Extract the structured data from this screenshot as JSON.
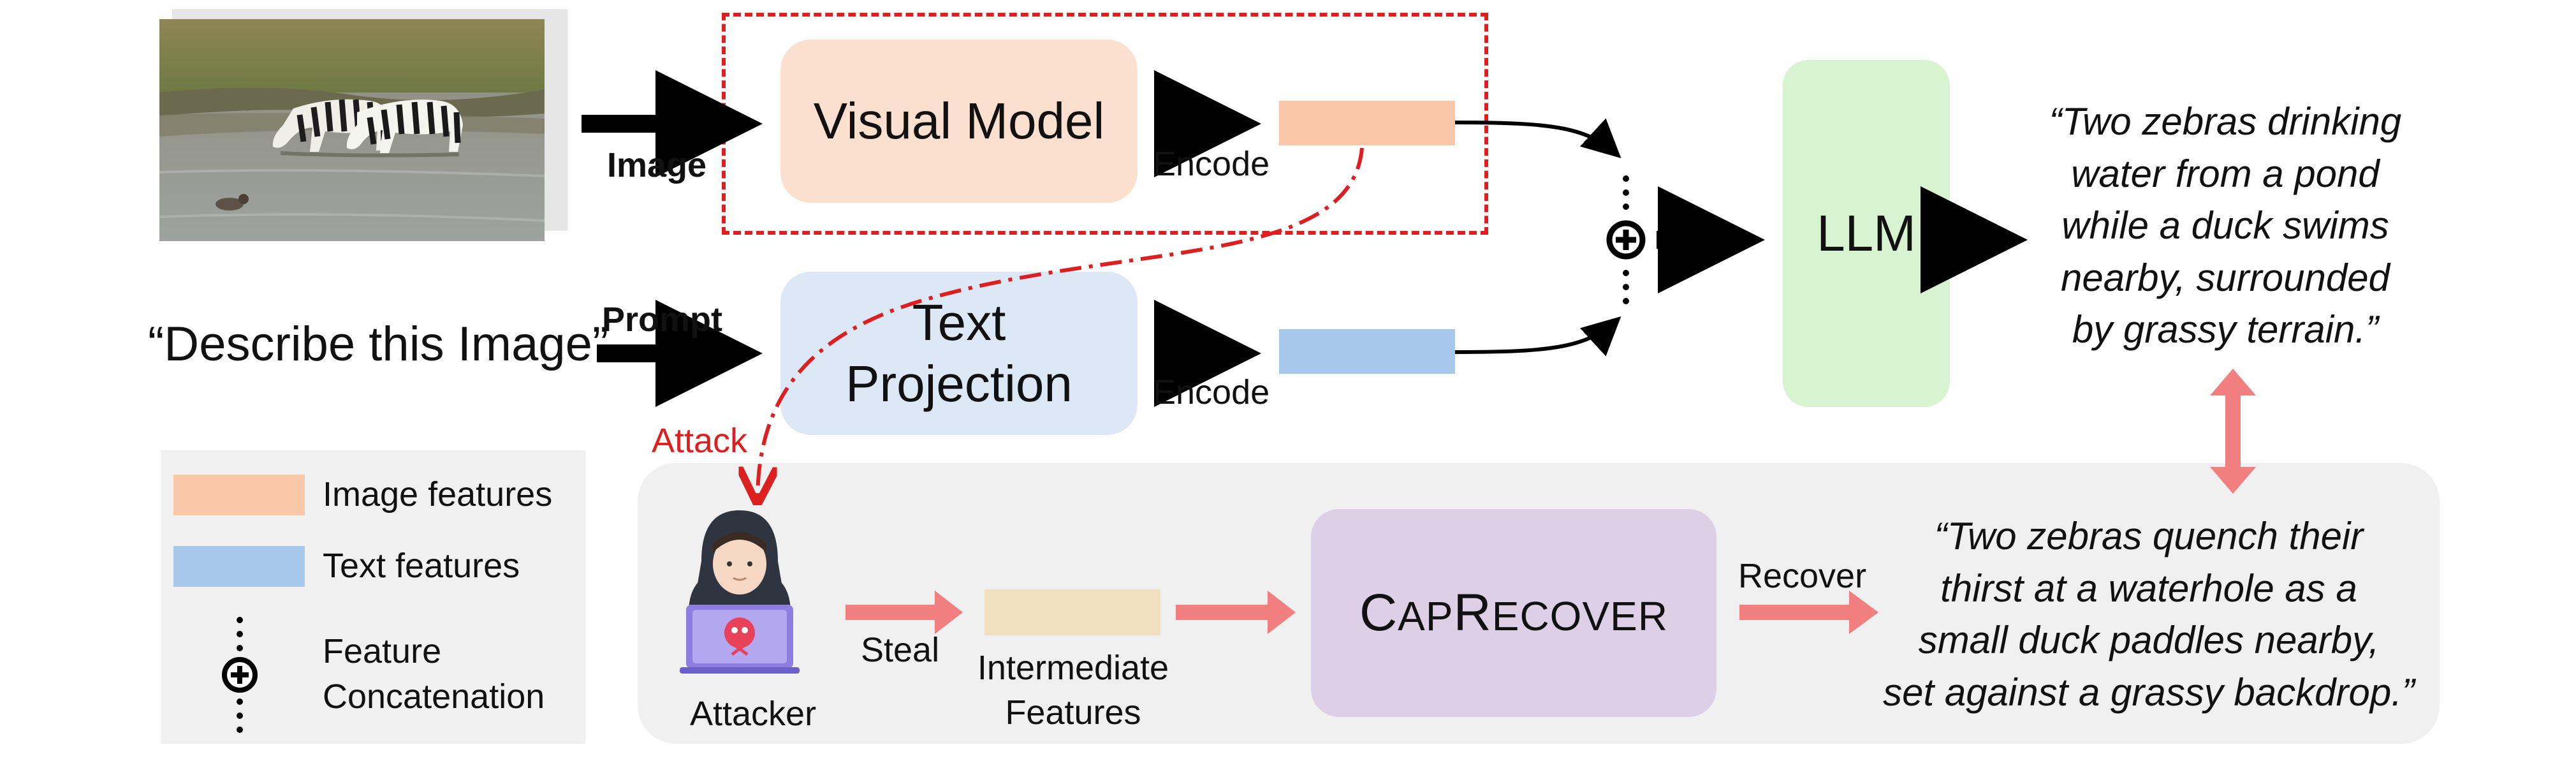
{
  "inputs": {
    "image_label": "Image",
    "prompt_text": "“Describe this Image”",
    "prompt_label": "Prompt"
  },
  "modules": {
    "visual_model": "Visual Model",
    "text_projection_line1": "Text",
    "text_projection_line2": "Projection",
    "llm": "LLM",
    "caprecover_c": "C",
    "caprecover_ap": "AP",
    "caprecover_r": "R",
    "caprecover_ecover": "ECOVER"
  },
  "edges": {
    "encode_top": "Encode",
    "encode_bottom": "Encode",
    "attack": "Attack",
    "steal": "Steal",
    "recover": "Recover"
  },
  "attacker": {
    "label": "Attacker",
    "intermediate_line1": "Intermediate",
    "intermediate_line2": "Features"
  },
  "captions": {
    "original": [
      "“Two zebras drinking",
      "water from a pond",
      "while a duck swims",
      "nearby, surrounded",
      "by grassy terrain.”"
    ],
    "recovered": [
      "“Two zebras quench their",
      "thirst at a waterhole as a",
      "small duck paddles nearby,",
      "set against a grassy backdrop.”"
    ]
  },
  "legend": {
    "image_features": "Image features",
    "text_features": "Text features",
    "concat_line1": "Feature",
    "concat_line2": "Concatenation"
  },
  "colors": {
    "image_feature": "#f8c8a8",
    "text_feature": "#a7c8ea",
    "visual_model_fill": "#fbe0d0",
    "text_projection_fill": "#dce8f6",
    "llm_fill": "#d8f3cf",
    "caprecover_fill": "#dccfe6",
    "intermediate_fill": "#f1e0bf",
    "pink_arrow": "#f17f7f",
    "attack_red": "#dd1f1f",
    "attack_region_fill": "#f0f0f0"
  }
}
